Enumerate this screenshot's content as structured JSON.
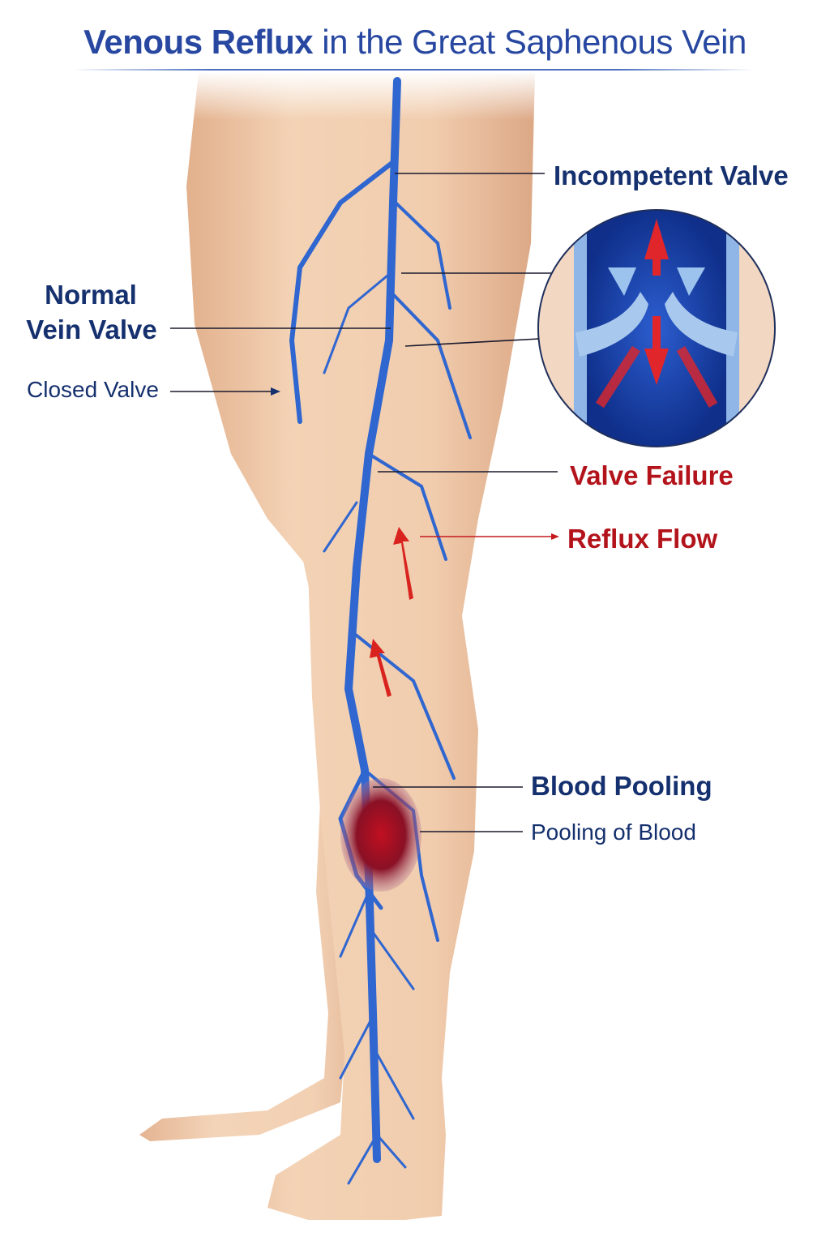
{
  "title": {
    "bold": "Venous Reflux",
    "rest": "in the Great Saphenous Vein"
  },
  "labels": {
    "incompetent_valve": "Incompetent Valve",
    "normal_vein_valve_line1": "Normal",
    "normal_vein_valve_line2": "Vein Valve",
    "closed_valve": "Closed Valve",
    "valve_failure": "Valve Failure",
    "reflux_flow": "Reflux Flow",
    "blood_pooling": "Blood Pooling",
    "pooling_of_blood": "Pooling of Blood"
  },
  "colors": {
    "navy": "#15306e",
    "red": "#b3141b",
    "vein": "#2f66d0",
    "skin": "#efc9a8"
  }
}
